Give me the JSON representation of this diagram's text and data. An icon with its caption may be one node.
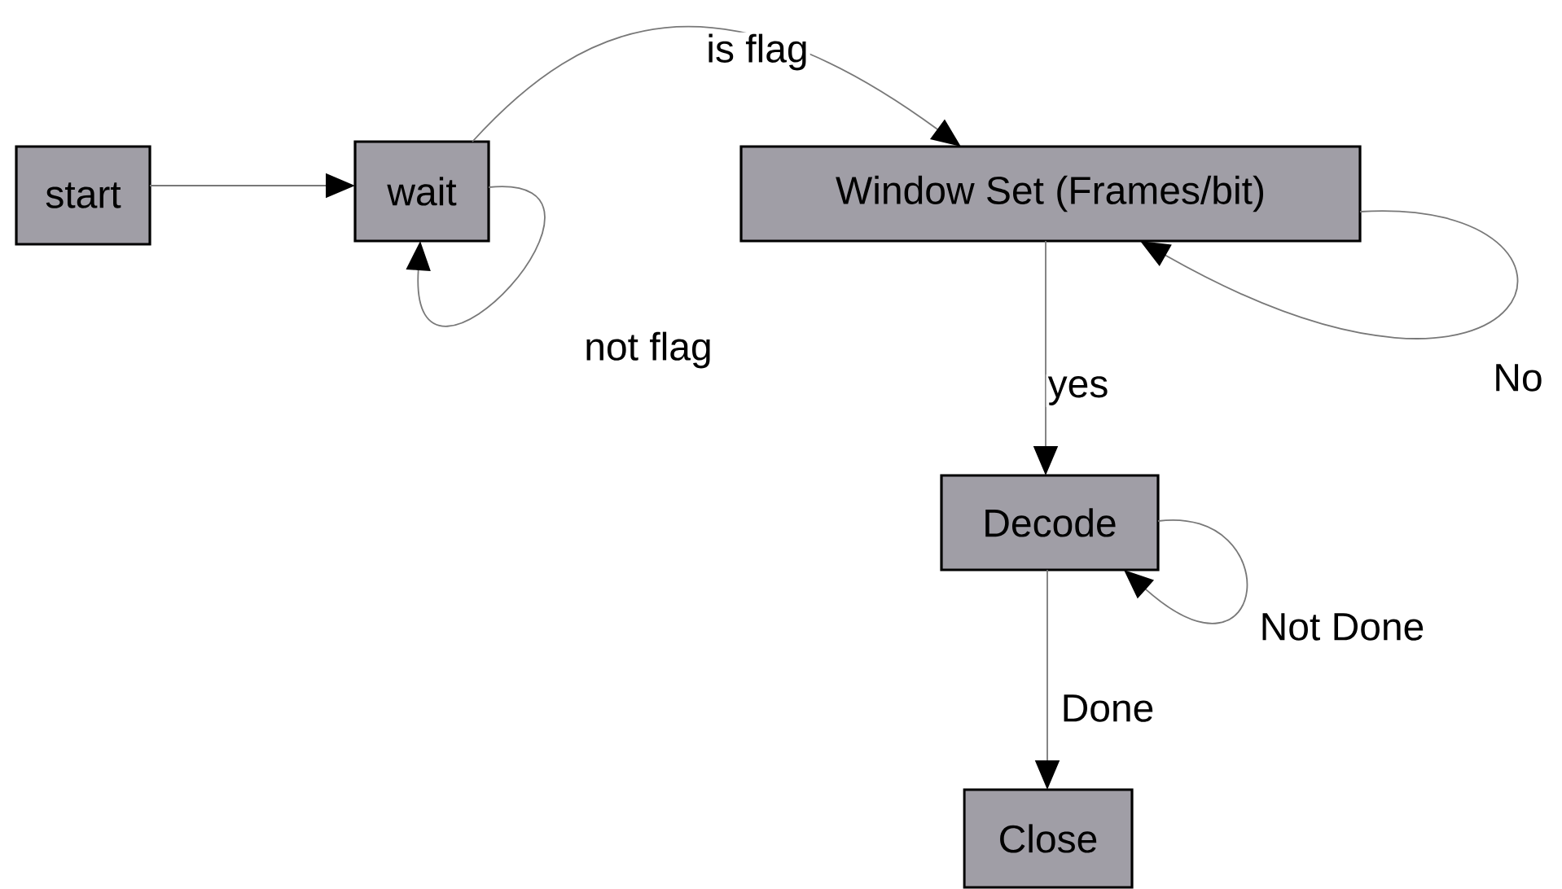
{
  "diagram": {
    "nodes": [
      {
        "text": [
          "start"
        ]
      },
      {
        "text": [
          "wait"
        ]
      },
      {
        "text": [
          "Window Set (Frames/bit)"
        ]
      },
      {
        "text": [
          "Decode"
        ]
      },
      {
        "text": [
          "Close"
        ]
      }
    ],
    "edges": [
      {
        "from": 0,
        "to": 1,
        "arrow": "to"
      },
      {
        "from": 1,
        "to": 2,
        "arrow": "to",
        "label": "is flag"
      },
      {
        "from": 1,
        "to": 1,
        "arrow": "to",
        "label": "not flag"
      },
      {
        "from": 2,
        "to": 2,
        "arrow": "to",
        "label": "No"
      },
      {
        "from": 2,
        "to": 3,
        "arrow": "to",
        "label": "yes"
      },
      {
        "from": 3,
        "to": 3,
        "arrow": "to",
        "label": "Not Done"
      },
      {
        "from": 3,
        "to": 4,
        "arrow": "to",
        "label": "Done"
      }
    ]
  }
}
